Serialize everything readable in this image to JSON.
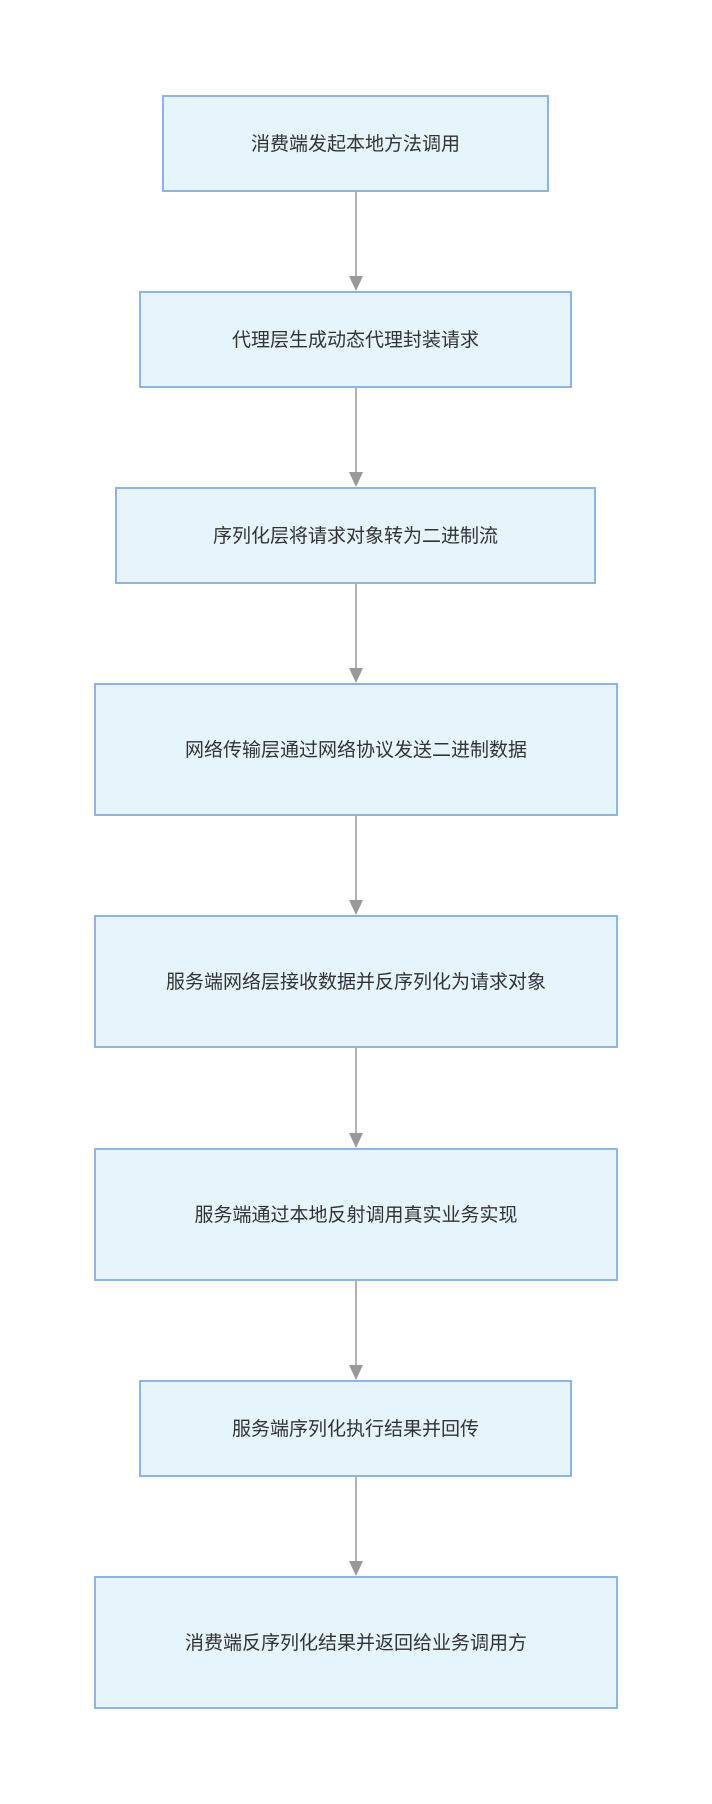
{
  "diagram": {
    "steps": [
      {
        "label": "消费端发起本地方法调用"
      },
      {
        "label": "代理层生成动态代理封装请求"
      },
      {
        "label": "序列化层将请求对象转为二进制流"
      },
      {
        "label": "网络传输层通过网络协议发送二进制数据"
      },
      {
        "label": "服务端网络层接收数据并反序列化为请求对象"
      },
      {
        "label": "服务端通过本地反射调用真实业务实现"
      },
      {
        "label": "服务端序列化执行结果并回传"
      },
      {
        "label": "消费端反序列化结果并返回给业务调用方"
      }
    ],
    "colors": {
      "node_fill": "#e6f4fc",
      "node_border": "#8eb4e3",
      "arrow": "#999999",
      "text": "#333333"
    }
  }
}
